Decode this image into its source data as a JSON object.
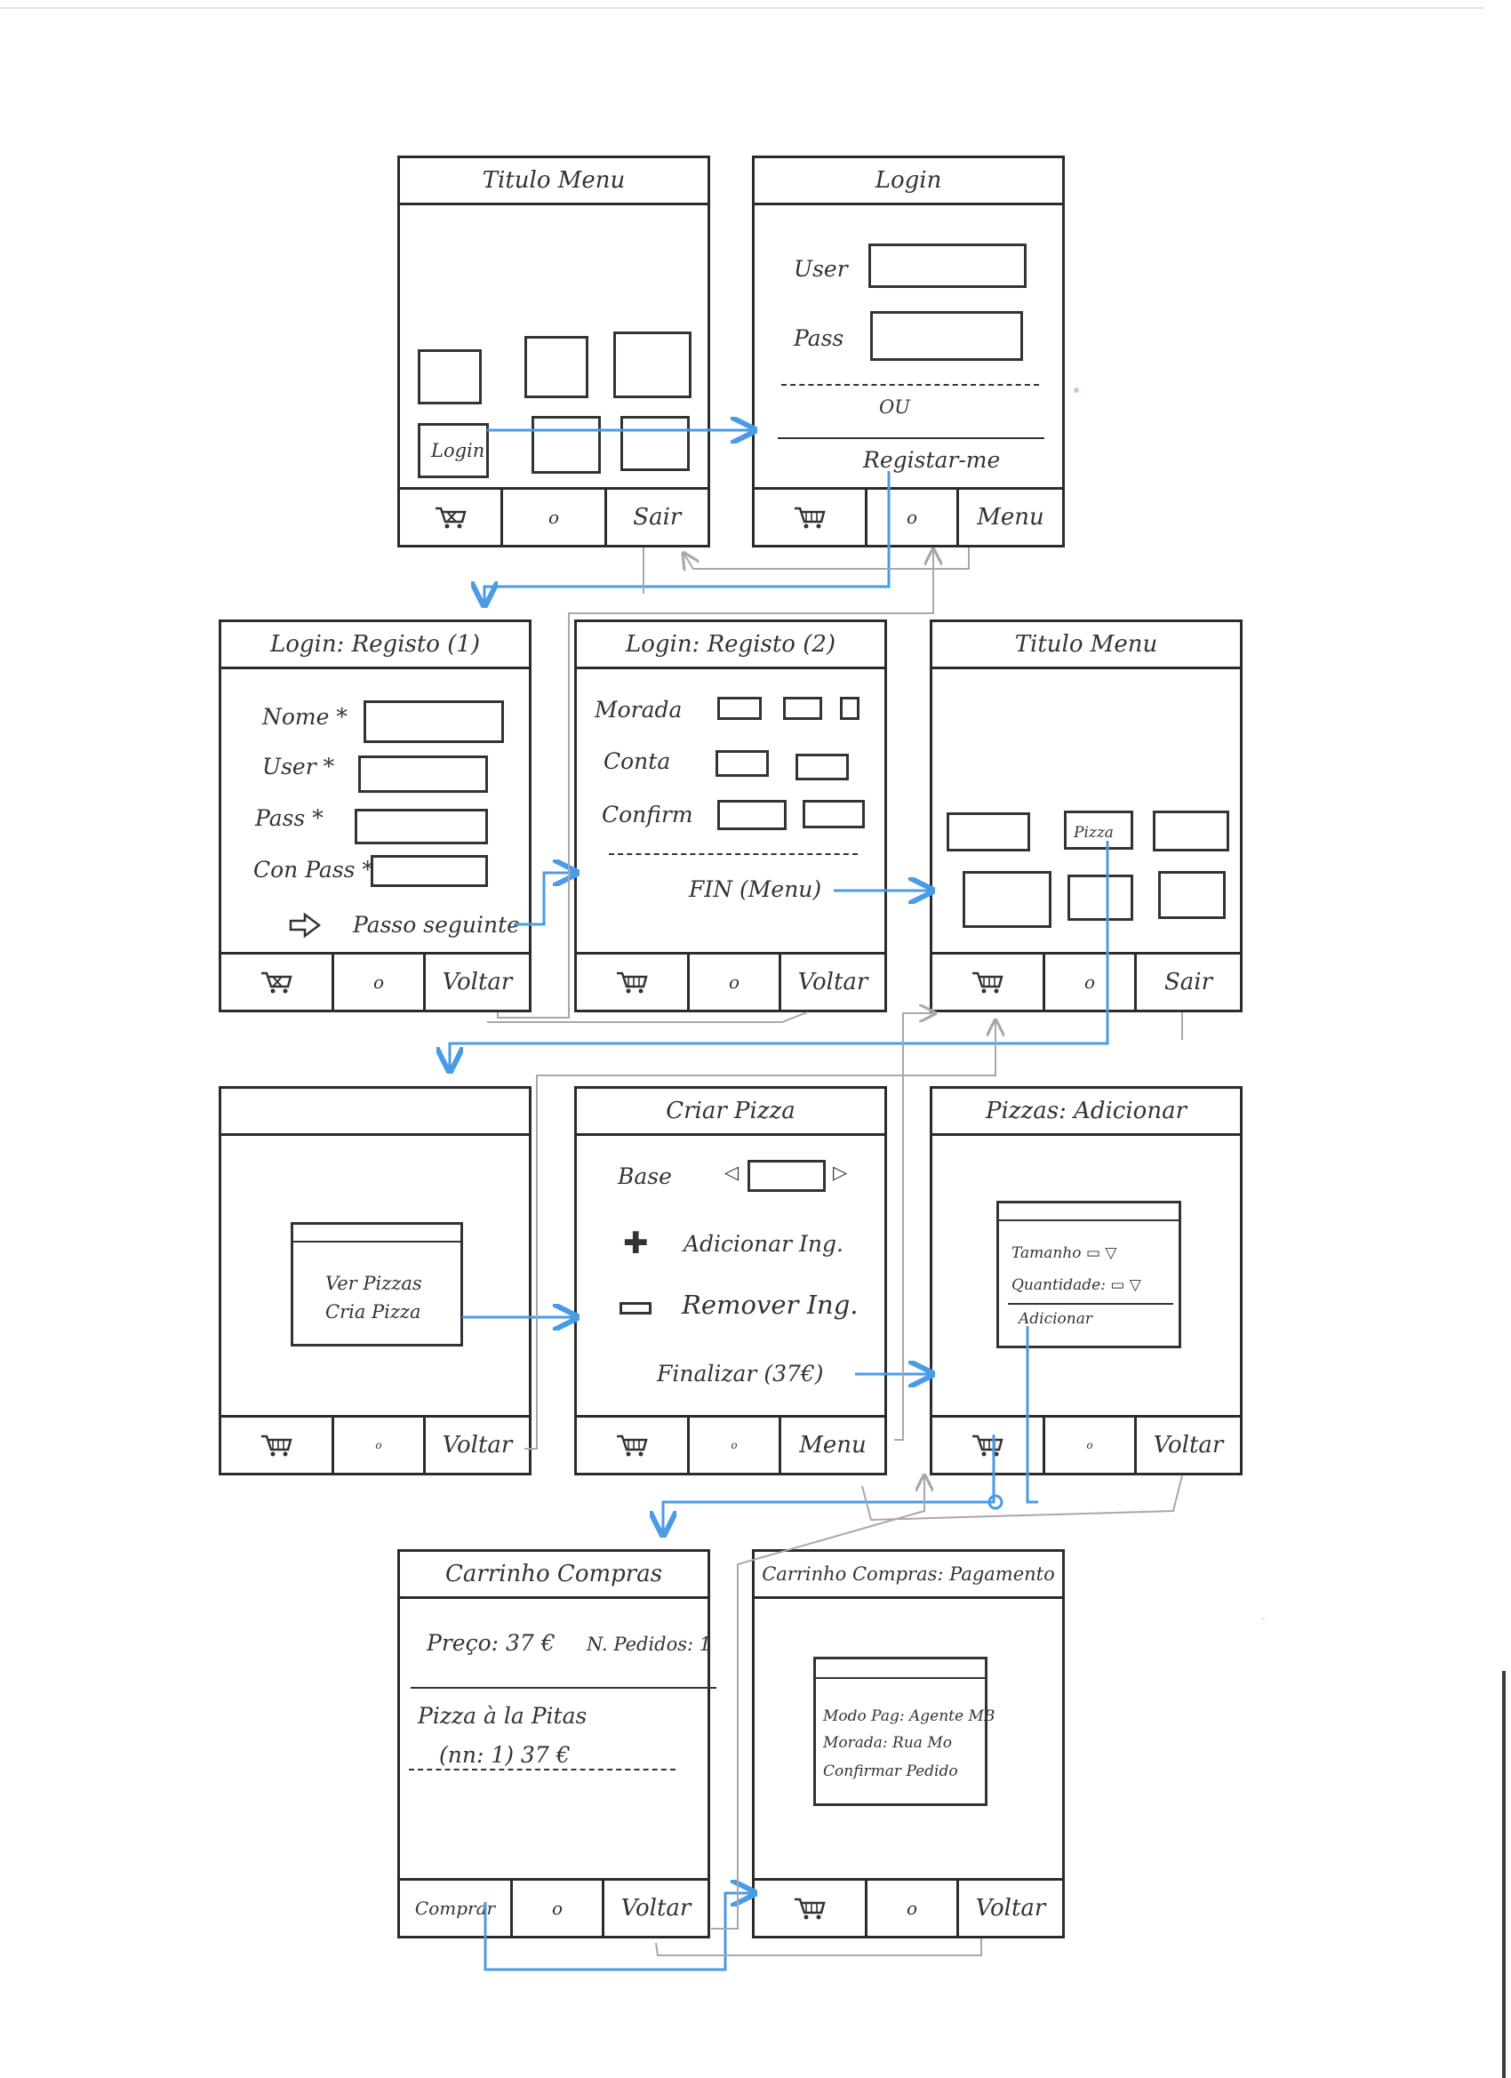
{
  "screens": {
    "s1": {
      "title": "Titulo Menu",
      "login_tile": "Login",
      "footer": {
        "cart_icon": "cart-icon",
        "center": "o",
        "right": "Sair"
      }
    },
    "s2": {
      "title": "Login",
      "user_label": "User",
      "pass_label": "Pass",
      "ou": "OU",
      "registar": "Registar-me",
      "footer": {
        "cart_icon": "cart-icon",
        "center": "o",
        "right": "Menu"
      }
    },
    "s3": {
      "title": "Login: Registo (1)",
      "nome_label": "Nome *",
      "user_label": "User *",
      "pass_label": "Pass *",
      "conf_label": "Con Pass *",
      "passo": "Passo seguinte",
      "footer": {
        "cart_icon": "cart-icon",
        "center": "o",
        "right": "Voltar"
      }
    },
    "s4": {
      "title": "Login: Registo (2)",
      "morada_label": "Morada",
      "conta_label": "Conta",
      "confirm_label": "Confirm",
      "fin": "FIN (Menu)",
      "footer": {
        "cart_icon": "cart-icon",
        "center": "o",
        "right": "Voltar"
      }
    },
    "s5": {
      "title": "Titulo Menu",
      "pizza_tile": "Pizza",
      "footer": {
        "cart_icon": "cart-icon",
        "center": "o",
        "right": "Sair"
      }
    },
    "s6": {
      "title": "",
      "dialog_line1": "Ver Pizzas",
      "dialog_line2": "Cria Pizza",
      "footer": {
        "cart_icon": "cart-icon",
        "center": "o",
        "right": "Voltar"
      }
    },
    "s7": {
      "title": "Criar Pizza",
      "base_label": "Base",
      "add_ing": "Adicionar Ing.",
      "rem_ing": "Remover Ing.",
      "finalizar": "Finalizar (37€)",
      "footer": {
        "cart_icon": "cart-icon",
        "center": "o",
        "right": "Menu"
      }
    },
    "s8": {
      "title": "Pizzas: Adicionar",
      "dlg_line1": "Tamanho ▭ ▽",
      "dlg_line2": "Quantidade: ▭ ▽",
      "dlg_button": "Adicionar",
      "footer": {
        "cart_icon": "cart-icon",
        "center": "o",
        "right": "Voltar"
      }
    },
    "s9": {
      "title": "Carrinho Compras",
      "preco": "Preço: 37 €",
      "npedidos": "N. Pedidos: 1",
      "item_line1": "Pizza à la Pitas",
      "item_line2": "(nn: 1)   37 €",
      "footer": {
        "left": "Comprar",
        "center": "o",
        "right": "Voltar"
      }
    },
    "s10": {
      "title": "Carrinho Compras: Pagamento",
      "line1": "Modo Pag: Agente MB",
      "line2": "Morada: Rua Mo",
      "line3": "Confirmar Pedido",
      "footer": {
        "cart_icon": "cart-icon",
        "center": "o",
        "right": "Voltar"
      }
    }
  },
  "colors": {
    "ink": "#2b2b2b",
    "blue_arrow": "#4a9be6",
    "grey_arrow": "#a8a8a8"
  }
}
